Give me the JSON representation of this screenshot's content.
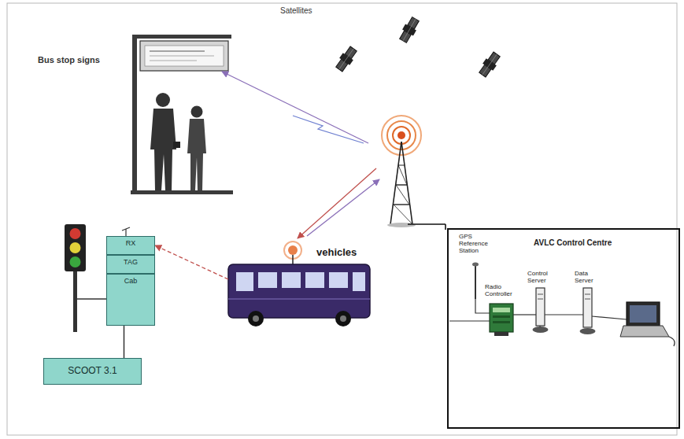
{
  "diagram": {
    "nodes": [
      {
        "text": [
          "vehicles"
        ]
      },
      {
        "text": [
          "RX"
        ]
      },
      {
        "text": [
          "TAG"
        ]
      },
      {
        "text": [
          "Cab"
        ]
      },
      {
        "text": [
          "SCOOT 3.1"
        ]
      },
      {
        "text": [
          "AVLC Control Centre"
        ]
      }
    ],
    "edges": [
      {
        "from": 0,
        "to": 1,
        "arrow": "to"
      },
      {
        "from": 3,
        "to": 4,
        "arrow": "none"
      }
    ],
    "labels": [
      "Bus stop signs",
      "Satellites",
      "GPS Reference Station",
      "Radio Controller",
      "Control Server",
      "Data Server"
    ]
  }
}
